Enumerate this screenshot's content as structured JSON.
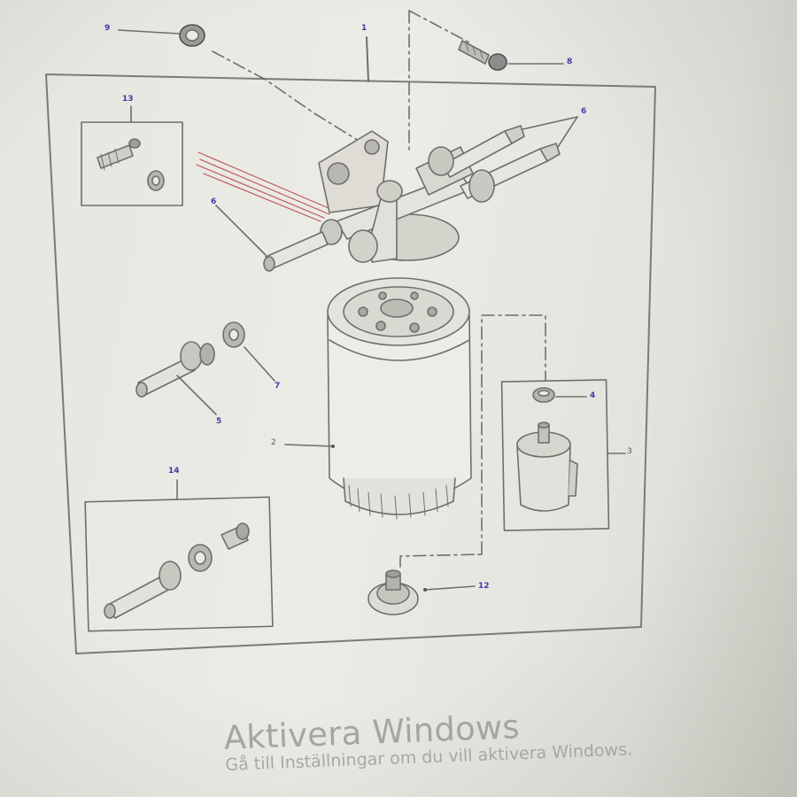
{
  "diagram": {
    "callouts": {
      "c1": "1",
      "c2": "2",
      "c3": "3",
      "c4": "4",
      "c5": "5",
      "c6a": "6",
      "c6b": "6",
      "c7": "7",
      "c8": "8",
      "c9": "9",
      "c12": "12",
      "c13": "13",
      "c14": "14"
    }
  },
  "watermark": {
    "title": "Aktivera Windows",
    "subtitle": "Gå till Inställningar om du vill aktivera Windows."
  }
}
